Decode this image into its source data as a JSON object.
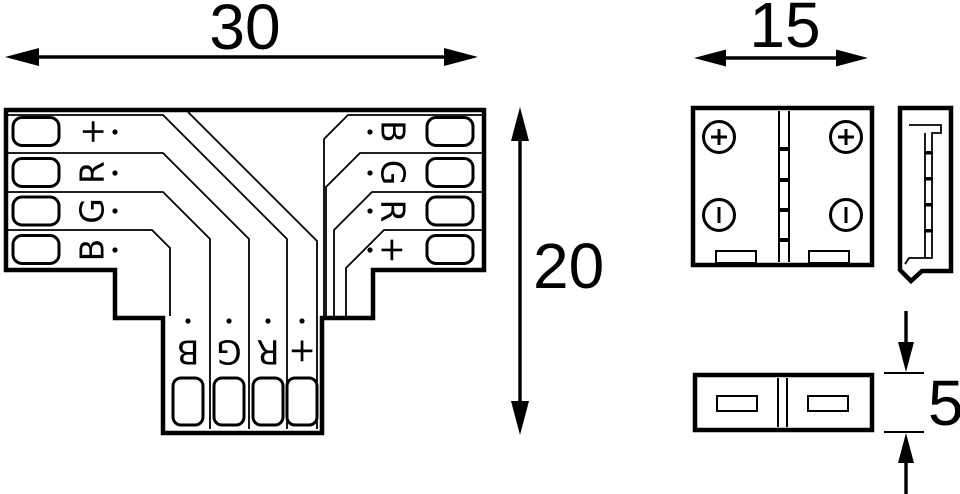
{
  "t_connector": {
    "width_dim": "30",
    "height_dim": "20",
    "left_pins": [
      "+",
      "R",
      "G",
      "B"
    ],
    "right_pins": [
      "B",
      "G",
      "R",
      "+"
    ],
    "bottom_pins": [
      "B",
      "G",
      "R",
      "+"
    ]
  },
  "end_connector_front": {
    "width_dim": "15",
    "positive_symbol": "+",
    "negative_symbol": "−"
  },
  "end_connector_side": {
    "thickness_dim": "5"
  }
}
